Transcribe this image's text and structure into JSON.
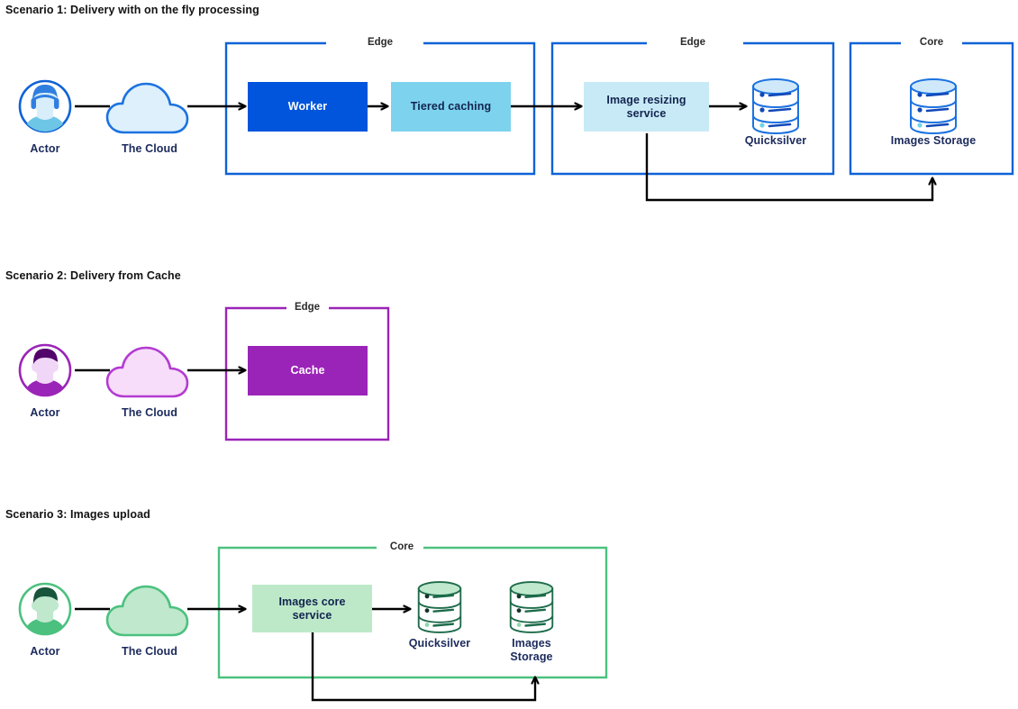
{
  "diagram": {
    "title_scenario_1": "Scenario 1: Delivery with on the fly processing",
    "title_scenario_2": "Scenario 2: Delivery from Cache",
    "title_scenario_3": "Scenario 3: Images upload"
  },
  "labels": {
    "actor": "Actor",
    "the_cloud": "The Cloud",
    "edge": "Edge",
    "core": "Core",
    "worker": "Worker",
    "tiered_caching": "Tiered caching",
    "image_resizing_service": "Image resizing service",
    "quicksilver": "Quicksilver",
    "images_storage": "Images Storage",
    "cache": "Cache",
    "images_core_service": "Images core service"
  },
  "scenario1": {
    "group_edge_1_label": "Edge",
    "group_edge_2_label": "Edge",
    "group_core_label": "Core",
    "actor_label": "Actor",
    "cloud_label": "The Cloud",
    "worker_label": "Worker",
    "tiered_caching_label": "Tiered caching",
    "resizing_label": "Image resizing service",
    "quicksilver_label": "Quicksilver",
    "images_storage_label": "Images Storage",
    "accent": "#0f62d6",
    "worker_fill": "#0055dc",
    "worker_text": "#ffffff",
    "tiered_fill": "#7dd3ee",
    "tiered_text": "#12244f",
    "resizing_fill": "#c8eaf6",
    "resizing_text": "#12244f"
  },
  "scenario2": {
    "group_edge_label": "Edge",
    "actor_label": "Actor",
    "cloud_label": "The Cloud",
    "cache_label": "Cache",
    "accent": "#9b24b8",
    "cache_fill": "#9b24b8",
    "cache_text": "#ffffff"
  },
  "scenario3": {
    "group_core_label": "Core",
    "actor_label": "Actor",
    "cloud_label": "The Cloud",
    "core_service_label": "Images core service",
    "quicksilver_label": "Quicksilver",
    "images_storage_label": "Images Storage",
    "accent": "#4cc17f",
    "service_fill": "#bde9c9",
    "service_text": "#12244f"
  },
  "colors": {
    "label_text": "#1b2a5c",
    "title_text": "#121212",
    "arrow": "#000000",
    "background": "#ffffff"
  },
  "icons": {
    "actor": "actor-avatar-icon",
    "cloud": "cloud-icon",
    "database": "database-cylinder-icon",
    "arrow": "arrow-right-icon"
  }
}
